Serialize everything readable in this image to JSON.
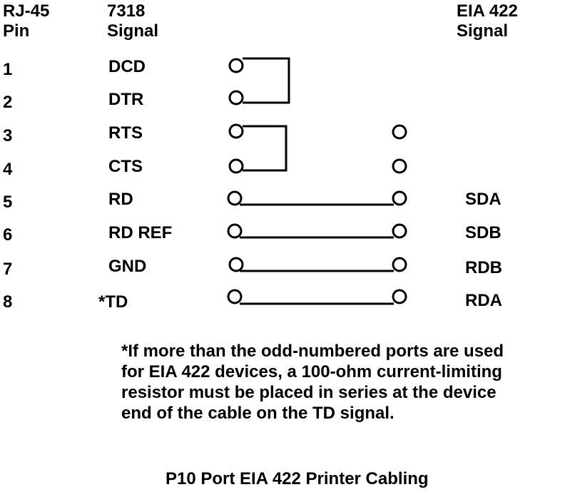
{
  "headers": {
    "pin": [
      "RJ-45",
      "Pin"
    ],
    "signal_7318": [
      "7318",
      "Signal"
    ],
    "signal_eia": [
      "EIA 422",
      "Signal"
    ]
  },
  "rows": [
    {
      "pin": "1",
      "signal": "DCD",
      "eia": ""
    },
    {
      "pin": "2",
      "signal": "DTR",
      "eia": ""
    },
    {
      "pin": "3",
      "signal": "RTS",
      "eia": ""
    },
    {
      "pin": "4",
      "signal": "CTS",
      "eia": ""
    },
    {
      "pin": "5",
      "signal": "RD",
      "eia": "SDA"
    },
    {
      "pin": "6",
      "signal": "RD REF",
      "eia": "SDB"
    },
    {
      "pin": "7",
      "signal": "GND",
      "eia": "RDB"
    },
    {
      "pin": "8",
      "signal": "*TD",
      "eia": "RDA"
    }
  ],
  "loopbacks": [
    [
      1,
      2
    ],
    [
      3,
      4
    ]
  ],
  "straight_connections": [
    5,
    6,
    7,
    8
  ],
  "right_terminal_pins": [
    3,
    4,
    5,
    6,
    7,
    8
  ],
  "footnote": "*If more than the odd-numbered ports are used\nfor EIA 422 devices, a 100-ohm current-limiting\nresistor must be placed in series at the device\nend of the cable on the TD signal.",
  "caption": "P10 Port EIA 422  Printer Cabling"
}
